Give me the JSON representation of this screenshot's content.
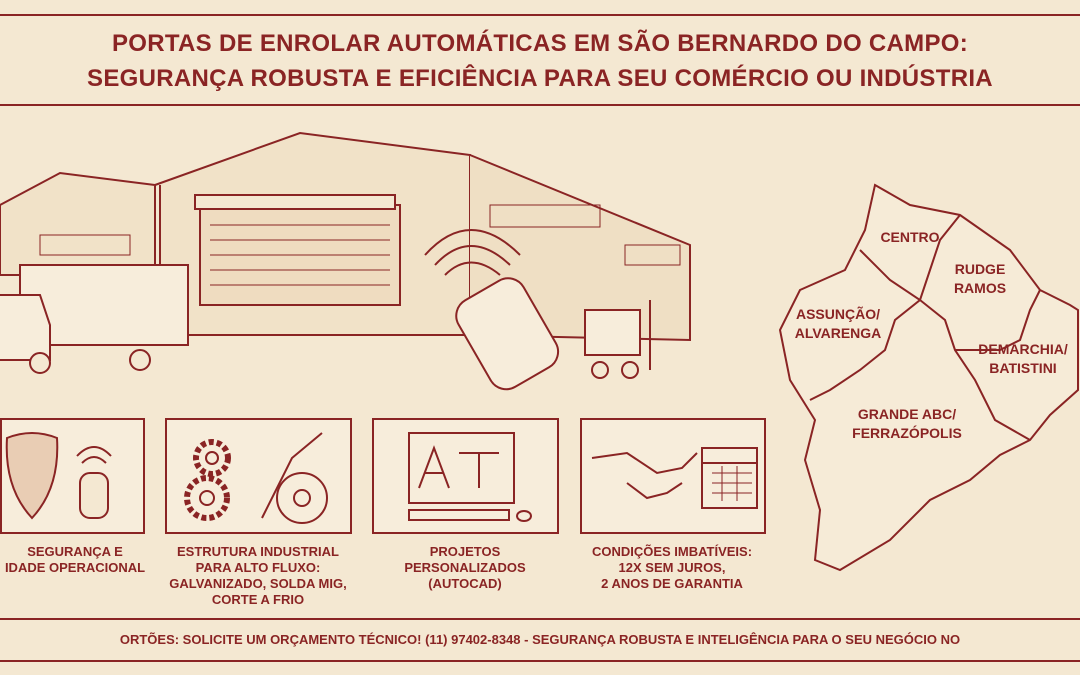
{
  "header": {
    "title_line1": "PORTAS DE ENROLAR AUTOMÁTICAS EM SÃO BERNARDO DO CAMPO:",
    "title_line2": "SEGURANÇA ROBUSTA E EFICIÊNCIA PARA SEU COMÉRCIO OU INDÚSTRIA"
  },
  "features": [
    {
      "icon": "shield-remote-icon",
      "caption": "SEGURANÇA E\nIDADE OPERACIONAL"
    },
    {
      "icon": "gears-welding-icon",
      "caption": "ESTRUTURA INDUSTRIAL\nPARA ALTO FLUXO:\nGALVANIZADO, SOLDA MIG,\nCORTE A FRIO"
    },
    {
      "icon": "computer-cad-icon",
      "caption": "PROJETOS\nPERSONALIZADOS\n(AUTOCAD)"
    },
    {
      "icon": "handshake-calendar-icon",
      "caption": "CONDIÇÕES IMBATÍVEIS:\n12X SEM JUROS,\n2 ANOS DE GARANTIA"
    }
  ],
  "map": {
    "regions": [
      "CENTRO",
      "RUDGE\nRAMOS",
      "ASSUNÇÃO/\nALVARENGA",
      "DEMARCHIA/\nBATISTINI",
      "GRANDE ABC/\nFERRAZÓPOLIS"
    ]
  },
  "footer": {
    "text": "ORTÕES: SOLICITE UM ORÇAMENTO TÉCNICO! (11) 97402-8348 - SEGURANÇA ROBUSTA E INTELIGÊNCIA PARA O SEU NEGÓCIO NO"
  },
  "colors": {
    "ink": "#8a2424",
    "paper": "#f4e8d2"
  }
}
